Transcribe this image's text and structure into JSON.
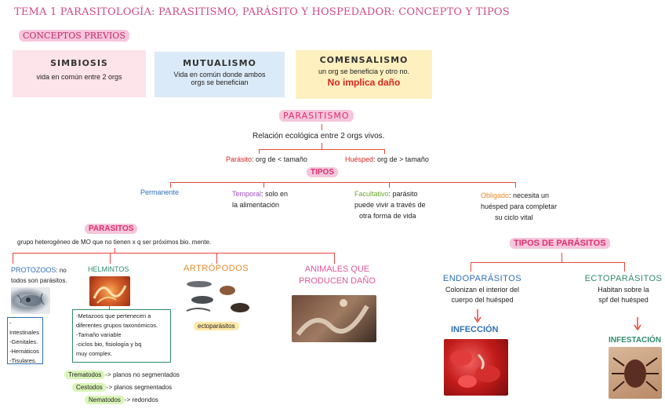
{
  "title": "TEMA 1 PARASITOLOGÍA: PARASITISMO, PARÁSITO Y HOSPEDADOR: CONCEPTO Y TIPOS",
  "conceptos_previos": "CONCEPTOS PREVIOS",
  "simbiosis": {
    "title": "SIMBIOSIS",
    "text": "vida en común entre 2 orgs"
  },
  "mutualismo": {
    "title": "MUTUALISMO",
    "line1": "Vida en común donde ambos",
    "line2": "orgs se benefician"
  },
  "comensalismo": {
    "title": "COMENSALISMO",
    "line1": "un org se beneficia y otro no.",
    "emphasis": "No implica daño"
  },
  "parasitismo": {
    "title": "PARASITISMO",
    "definition": "Relación ecológica entre 2 orgs vivos.",
    "parasito_label": "Parásito",
    "parasito_text": ": org de < tamaño",
    "huesped_label": "Huésped",
    "huesped_text": ": org de > tamaño"
  },
  "tipos": {
    "title": "TIPOS",
    "permanente": "Permanente",
    "temporal_label": "Temporal",
    "temporal_text1": ": solo en",
    "temporal_text2": "la alimentación",
    "facultativo_label": "Facultativo",
    "facultativo_text1": ": parásito",
    "facultativo_text2": "puede vivir a través de",
    "facultativo_text3": "otra forma de vida",
    "obligado_label": "Obligado",
    "obligado_text1": ": necesita un",
    "obligado_text2": "huésped para completar",
    "obligado_text3": "su ciclo vital"
  },
  "parasitos": {
    "title": "PARASITOS",
    "definition": "grupo heterogéneo de MO que no tienen x q ser próximos bio. mente.",
    "protozoos_label": "PROTOZOOS",
    "protozoos_text1": ": no",
    "protozoos_text2": "todos son parásitos.",
    "protozoos_list": [
      "-Intestinales",
      "-Genitales.",
      "-Hemáticos",
      "-Tisulares."
    ],
    "helmintos": "HELMINTOS",
    "helmintos_desc": [
      "-Metazoos que pertenecen a",
      "diferentes grupos taxonómicos.",
      "-Tamaño variable",
      "-ciclos bio, fisiología y bq",
      "muy complex."
    ],
    "trematodos": "Trematodos",
    "trematodos_text": "-> planos no segmentados",
    "cestodos": "Cestodos",
    "cestodos_text": "-> planos segmentados",
    "nematodos": "Nematodos",
    "nematodos_text": "-> redondos",
    "artropodos": "ARTRÓPODOS",
    "artropodos_note": "ectoparásitos",
    "animales1": "ANIMALES QUE",
    "animales2": "PRODUCEN DAÑO"
  },
  "tipos_parasitos": {
    "title": "TIPOS DE PARÁSITOS",
    "endo": "ENDOPARÁSITOS",
    "endo_text1": "Colonizan el interior del",
    "endo_text2": "cuerpo del huésped",
    "infeccion": "INFECCIÓN",
    "ecto": "ECTOPARÁSITOS",
    "ecto_text1": "Habitan sobre la",
    "ecto_text2": "spf del huésped",
    "infestacion": "INFESTACIÓN"
  },
  "colors": {
    "title": "#d24a86",
    "red": "#e5473b",
    "blue": "#2f6fb3",
    "pink": "#e0579b",
    "purple": "#a24fc2",
    "green": "#6aa832",
    "orange": "#e58b2a",
    "teal": "#2f8a6a"
  }
}
